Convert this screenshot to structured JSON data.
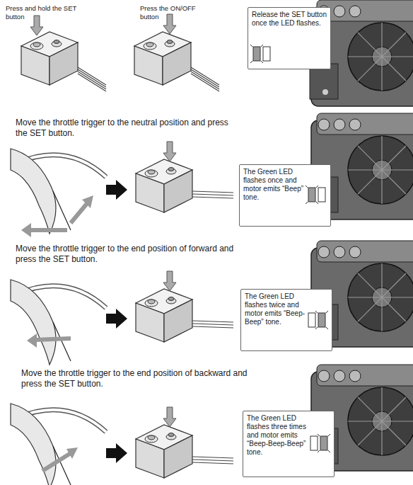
{
  "diagram": {
    "nodes": [
      {
        "text": [
          "Release the SET button once the LED flashes."
        ]
      },
      {
        "text": [
          "The Green LED flashes once and motor emits “Beep” tone."
        ]
      },
      {
        "text": [
          "The Green LED flashes twice and motor emits “Beep-Beep” tone."
        ]
      },
      {
        "text": [
          "The Green LED flashes three times and motor emits “Beep-Beep-Beep” tone."
        ]
      }
    ],
    "labels": [
      "Press and hold the SET button",
      "Press the ON/OFF button",
      "Move the throttle trigger to the neutral position and press the SET button.",
      "Move the throttle trigger to the end position of forward and press the SET button.",
      "Move the throttle trigger to the end position of backward and press the SET button."
    ]
  }
}
